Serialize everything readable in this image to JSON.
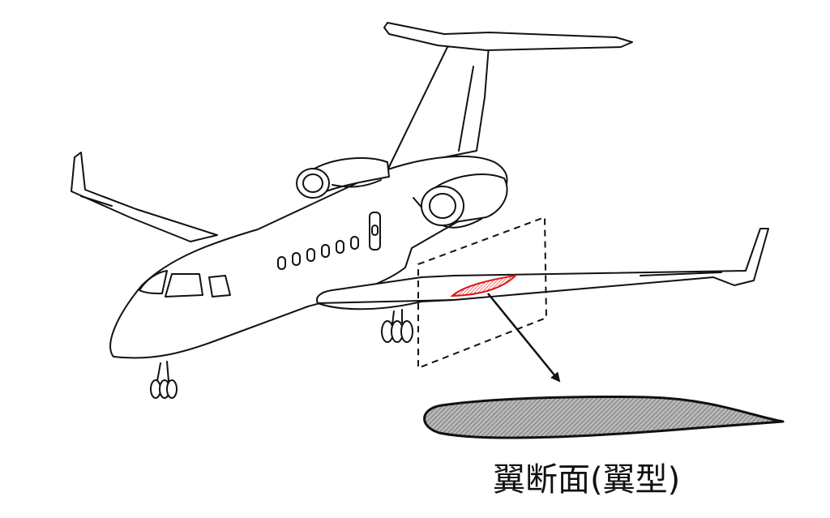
{
  "caption": "翼断面(翼型)",
  "colors": {
    "line": "#111111",
    "highlight": "#e01818",
    "airfoil_fill": "#b8b8b8",
    "background": "#ffffff"
  },
  "icons": [
    "business-jet-drawing",
    "airfoil-section",
    "section-plane",
    "pointer-arrow"
  ]
}
